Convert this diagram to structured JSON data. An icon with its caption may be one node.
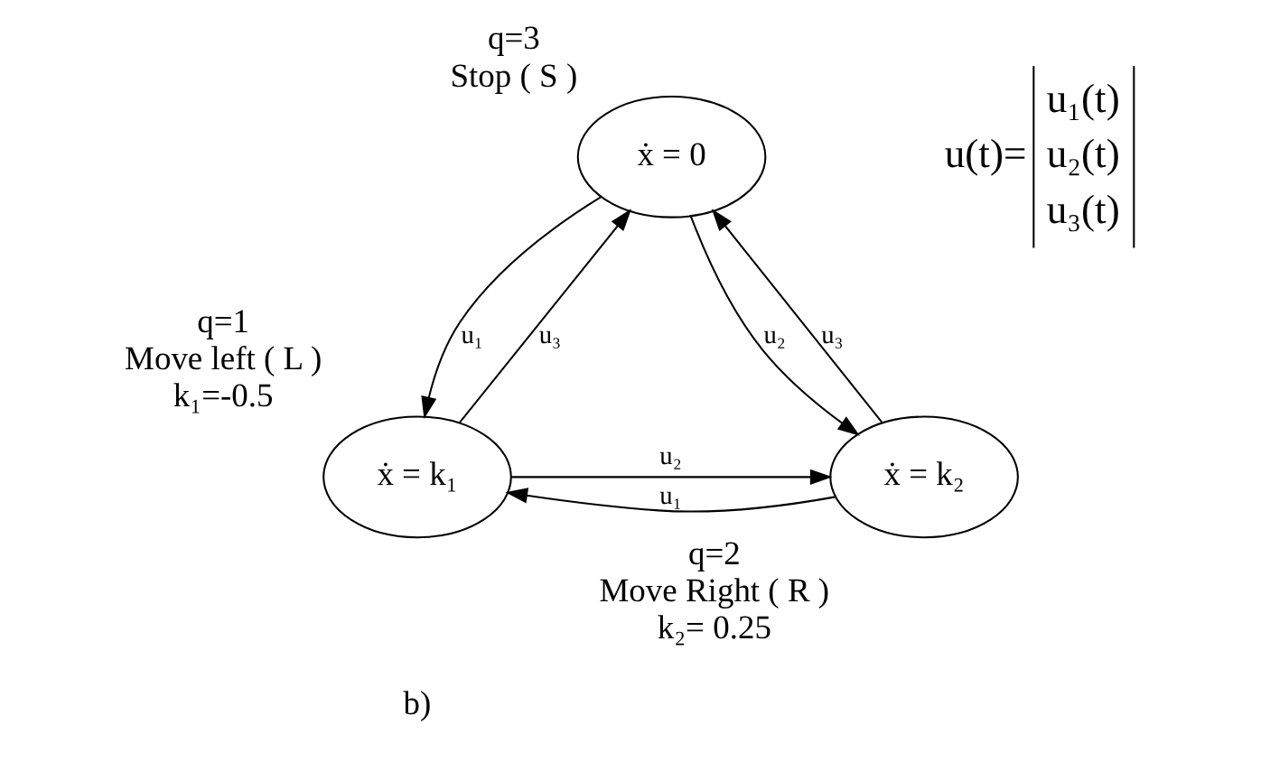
{
  "diagram": {
    "nodes": [
      {
        "text": [
          "ẋ = 0"
        ],
        "beside": [
          "q=3",
          "Stop ( S )"
        ]
      },
      {
        "text": [
          "ẋ = k₁"
        ],
        "beside": [
          "q=1",
          "Move left ( L )",
          "k₁=-0.5"
        ]
      },
      {
        "text": [
          "ẋ = k₂"
        ],
        "beside": [
          "q=2",
          "Move Right ( R )",
          "k₂= 0.25"
        ]
      }
    ],
    "edges": [
      {
        "from": 1,
        "to": 0,
        "arrow": "to",
        "label": "u₃"
      },
      {
        "from": 0,
        "to": 1,
        "arrow": "to",
        "label": "u₁"
      },
      {
        "from": 0,
        "to": 2,
        "arrow": "to",
        "label": "u₂"
      },
      {
        "from": 2,
        "to": 0,
        "arrow": "to",
        "label": "u₃"
      },
      {
        "from": 1,
        "to": 2,
        "arrow": "to",
        "label": "u₂"
      },
      {
        "from": 2,
        "to": 1,
        "arrow": "to",
        "label": "u₁"
      }
    ],
    "labels": [
      "u(t)=",
      "u₁(t)",
      "u₂(t)",
      "u₃(t)",
      "b)"
    ]
  }
}
